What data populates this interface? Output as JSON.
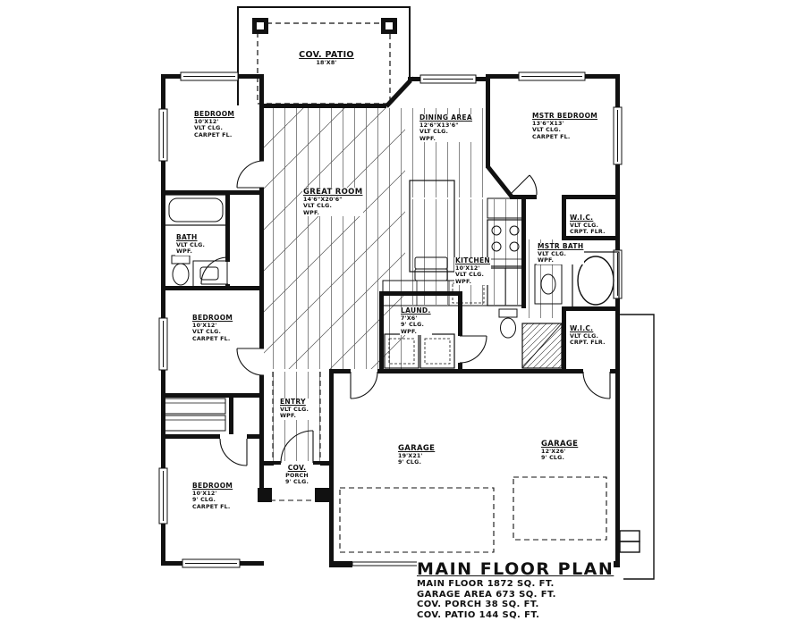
{
  "colors": {
    "ink": "#111111",
    "paper": "#ffffff"
  },
  "plan": {
    "rooms": {
      "patio": {
        "name": "COV. PATIO",
        "dims": "18'X8'"
      },
      "bedroom1": {
        "name": "BEDROOM",
        "dims": "10'X12'",
        "ceiling": "VLT CLG.",
        "floor": "CARPET FL."
      },
      "bedroom2": {
        "name": "BEDROOM",
        "dims": "10'X12'",
        "ceiling": "VLT CLG.",
        "floor": "CARPET FL."
      },
      "bedroom3": {
        "name": "BEDROOM",
        "dims": "10'X12'",
        "ceiling": "9' CLG.",
        "floor": "CARPET FL."
      },
      "great": {
        "name": "GREAT ROOM",
        "dims": "14'6\"X20'6\"",
        "ceiling": "VLT CLG.",
        "floor": "WPF."
      },
      "dining": {
        "name": "DINING AREA",
        "dims": "12'6\"X13'6\"",
        "ceiling": "VLT CLG.",
        "floor": "WPF."
      },
      "mstr": {
        "name": "MSTR BEDROOM",
        "dims": "13'6\"X13'",
        "ceiling": "VLT CLG.",
        "floor": "CARPET FL."
      },
      "kitchen": {
        "name": "KITCHEN",
        "dims": "10'X12'",
        "ceiling": "VLT CLG.",
        "floor": "WPF."
      },
      "mbath": {
        "name": "MSTR BATH",
        "ceiling": "VLT CLG.",
        "floor": "WPF."
      },
      "wic1": {
        "name": "W.I.C.",
        "ceiling": "VLT CLG.",
        "floor": "CRPT. FLR."
      },
      "wic2": {
        "name": "W.I.C.",
        "ceiling": "VLT CLG.",
        "floor": "CRPT. FLR."
      },
      "bath": {
        "name": "BATH",
        "ceiling": "VLT CLG.",
        "floor": "WPF."
      },
      "laundry": {
        "name": "LAUND.",
        "dims": "7'X6'",
        "ceiling": "9' CLG.",
        "floor": "WPF."
      },
      "entry": {
        "name": "ENTRY",
        "ceiling": "VLT CLG.",
        "floor": "WPF."
      },
      "porch": {
        "name": "COV.",
        "dims": "PORCH",
        "ceiling": "9' CLG."
      },
      "garage1": {
        "name": "GARAGE",
        "dims": "19'X21'",
        "ceiling": "9' CLG."
      },
      "garage2": {
        "name": "GARAGE",
        "dims": "12'X26'",
        "ceiling": "9' CLG."
      }
    },
    "title_block": {
      "title": "MAIN FLOOR PLAN",
      "lines": [
        "MAIN FLOOR 1872 SQ. FT.",
        "GARAGE AREA 673 SQ. FT.",
        "COV. PORCH 38 SQ. FT.",
        "COV. PATIO 144 SQ. FT."
      ]
    }
  }
}
